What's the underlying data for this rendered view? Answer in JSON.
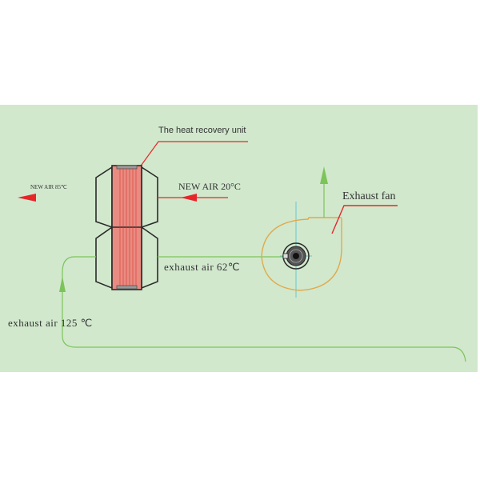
{
  "diagram": {
    "title_label": "The heat recovery unit",
    "fan_label": "Exhaust fan",
    "new_air_in": "NEW AIR 20°C",
    "new_air_out": "NEW AIR 85℃",
    "exhaust_mid": "exhaust air 62℃",
    "exhaust_in": "exhaust air 125 ℃",
    "colors": {
      "background": "#d1e8cd",
      "new_air_arrow": "#e8262a",
      "exhaust_line": "#7cc45a",
      "fan_casing": "#e0a94a",
      "axis_line": "#66c7d4",
      "core_fill": "#e98b80",
      "outline": "#2a2a2a"
    }
  }
}
